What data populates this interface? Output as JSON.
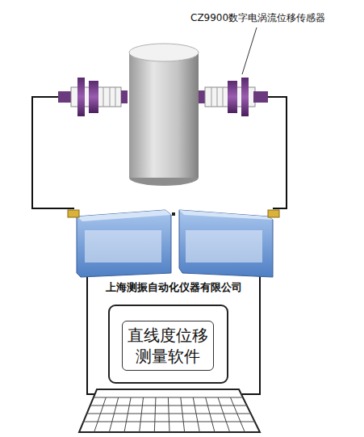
{
  "diagram": {
    "nodes": [
      {
        "text": [
          "直线度位移 测量软件"
        ]
      }
    ],
    "labels": [
      "CZ9900数字电涡流位移传感器",
      "上海测振自动化仪器有限公司"
    ]
  }
}
